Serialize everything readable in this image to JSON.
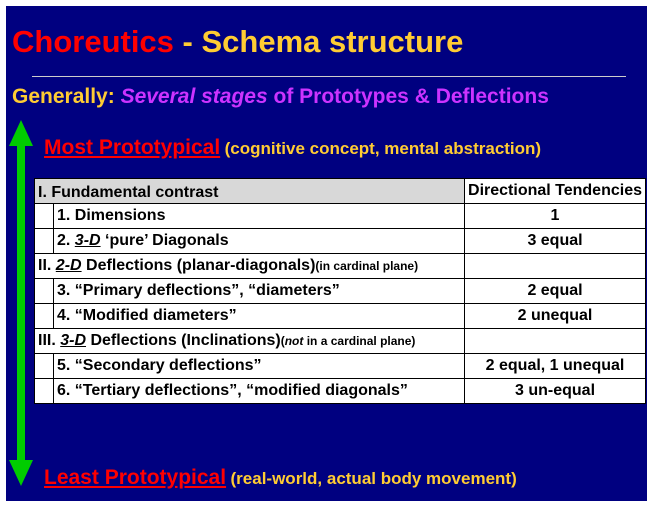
{
  "title": {
    "part1": "Choreutics",
    "separator": " - ",
    "part2": "Schema structure"
  },
  "generally": {
    "label": "Generally:",
    "emphasis": "Several stages",
    "rest": "of Prototypes & Deflections"
  },
  "most_prototypical": {
    "label": "Most Prototypical",
    "note": "(cognitive concept, mental abstraction)"
  },
  "least_prototypical": {
    "label": "Least Prototypical",
    "note": "(real-world, actual body movement)"
  },
  "table": {
    "header": {
      "section": "I. Fundamental contrast",
      "directional": "Directional Tendencies"
    },
    "rows": [
      {
        "label": "1. Dimensions",
        "value": "1"
      },
      {
        "number": "2.",
        "dim": "3-D",
        "label": "‘pure’ Diagonals",
        "value": "3 equal"
      },
      {
        "section_prefix": "II.",
        "dim": "2-D",
        "title": "Deflections (planar-diagonals)",
        "note": "(in cardinal plane)"
      },
      {
        "label": "3. “Primary deflections”, “diameters”",
        "value": "2 equal"
      },
      {
        "label": "4. “Modified diameters”",
        "value": "2 unequal"
      },
      {
        "section_prefix": "III.",
        "dim": "3-D",
        "title": "Deflections (Inclinations)",
        "note_not": "not",
        "note_rest": " in a cardinal plane)"
      },
      {
        "label": "5. “Secondary deflections”",
        "value": "2 equal, 1 unequal"
      },
      {
        "label": "6. “Tertiary deflections”, “modified diagonals”",
        "value": "3 un-equal"
      }
    ]
  },
  "colors": {
    "background": "#000080",
    "title_red": "#ff0000",
    "title_yellow": "#ffcc33",
    "purple": "#cc33ff",
    "arrow_green": "#00cc00"
  },
  "icons": {
    "arrow": "double-headed-vertical-arrow"
  }
}
